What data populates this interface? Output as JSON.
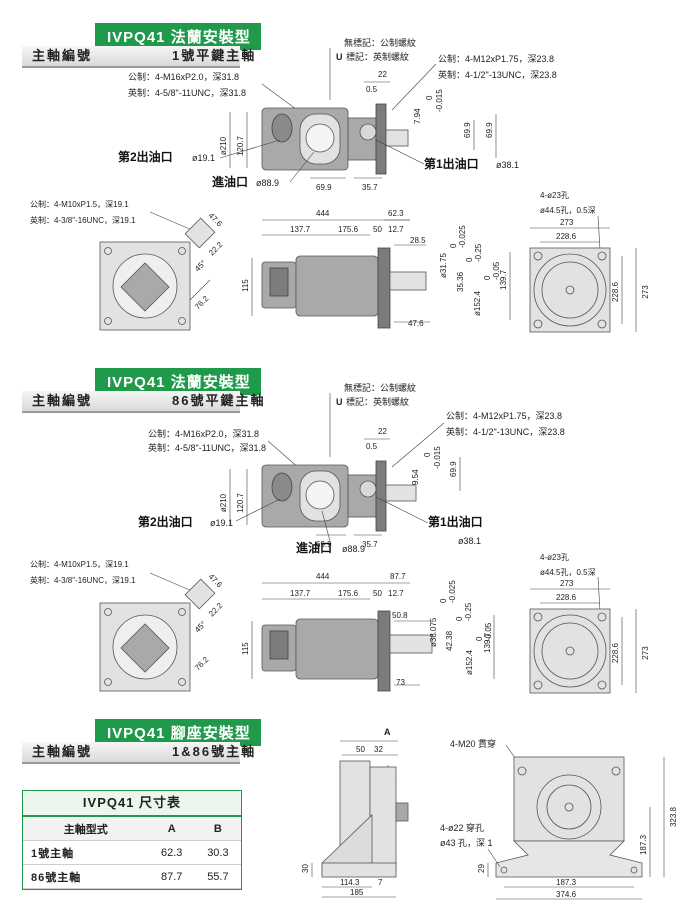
{
  "sections": [
    {
      "title": "IVPQ41 法蘭安裝型",
      "shaft_label": "主軸編號",
      "shaft_value": "1號平鍵主軸",
      "notes": {
        "no_mark": "無標記：公制螺紋",
        "u_mark": "標記：英制螺紋",
        "u_letter": "U",
        "top_metric": "公制：4-M16xP2.0，深31.8",
        "top_imperial": "英制：4-5/8\"-11UNC，深31.8",
        "right_metric": "公制：4-M12xP1.75，深23.8",
        "right_imperial": "英制：4-1/2\"-13UNC，深23.8",
        "side_metric": "公制：4-M10xP1.5，深19.1",
        "side_imperial": "英制：4-3/8\"-16UNC，深19.1",
        "holes": "4-ø23孔",
        "counterbore": "ø44.5孔，0.5深"
      },
      "ports": {
        "out2": "第2出油口",
        "out2_dim": "ø19.1",
        "inlet": "進油口",
        "inlet_dim": "ø88.9",
        "out1": "第1出油口",
        "out1_dim": "ø38.1"
      },
      "dims": {
        "d22": "22",
        "d05": "0.5",
        "d794": "7.94",
        "tol794a": "0",
        "tol794b": "-0.015",
        "d699": "69.9",
        "d699b": "69.9",
        "d357": "35.7",
        "d210": "ø210",
        "d1207": "120.7",
        "d444": "444",
        "d623": "62.3",
        "d1377": "137.7",
        "d1756": "175.6",
        "d50": "50",
        "d127": "12.7",
        "d285": "28.5",
        "d3175": "ø31.75",
        "tol3175a": "0",
        "tol3175b": "-0.025",
        "d3536": "35.36",
        "tol3536a": "0",
        "tol3536b": "-0.25",
        "d1524": "ø152.4",
        "tol1524a": "0",
        "tol1524b": "-0.05",
        "d1397": "139.7",
        "d476": "47.6",
        "d115": "115",
        "d476s": "47.6",
        "d222": "22.2",
        "d45": "45°",
        "d762": "76.2",
        "d273": "273",
        "d2286": "228.6",
        "d2286v": "228.6",
        "d273v": "273"
      }
    },
    {
      "title": "IVPQ41 法蘭安裝型",
      "shaft_label": "主軸編號",
      "shaft_value": "86號平鍵主軸",
      "notes": {
        "no_mark": "無標記：公制螺紋",
        "u_mark": "標記：英制螺紋",
        "u_letter": "U",
        "top_metric": "公制：4-M16xP2.0，深31.8",
        "top_imperial": "英制：4-5/8\"-11UNC，深31.8",
        "right_metric": "公制：4-M12xP1.75，深23.8",
        "right_imperial": "英制：4-1/2\"-13UNC，深23.8",
        "side_metric": "公制：4-M10xP1.5，深19.1",
        "side_imperial": "英制：4-3/8\"-16UNC，深19.1",
        "holes": "4-ø23孔",
        "counterbore": "ø44.5孔，0.5深"
      },
      "ports": {
        "out2": "第2出油口",
        "out2_dim": "ø19.1",
        "inlet": "進油口",
        "inlet_dim": "ø88.9",
        "out1": "第1出油口",
        "out1_dim": "ø38.1"
      },
      "dims": {
        "d22": "22",
        "d05": "0.5",
        "d794": "9.54",
        "tol794a": "0",
        "tol794b": "-0.015",
        "d699": "69.9",
        "d699b": "69.9",
        "d357": "35.7",
        "d210": "ø210",
        "d1207": "120.7",
        "d444": "444",
        "d623": "87.7",
        "d1377": "137.7",
        "d1756": "175.6",
        "d50": "50",
        "d127": "12.7",
        "d285": "50.8",
        "d3175": "ø38.075",
        "tol3175a": "0",
        "tol3175b": "-0.025",
        "d3536": "42.38",
        "tol3536a": "0",
        "tol3536b": "-0.25",
        "d1524": "ø152.4",
        "tol1524a": "0",
        "tol1524b": "-0.05",
        "d1397": "139.7",
        "d476": "73",
        "d115": "115",
        "d476s": "47.6",
        "d222": "22.2",
        "d45": "45°",
        "d762": "76.2",
        "d273": "273",
        "d2286": "228.6",
        "d2286v": "228.6",
        "d273v": "273"
      }
    }
  ],
  "foot": {
    "title": "IVPQ41 腳座安裝型",
    "shaft_label": "主軸編號",
    "shaft_value": "1&86號主軸",
    "labels": {
      "A": "A",
      "B": "B",
      "d50": "50",
      "d32": "32",
      "m20": "4-M20 貫穿",
      "holes": "4-ø22 穿孔",
      "cb": "ø43 孔，深 1",
      "d30": "30",
      "d1143": "114.3",
      "d7": "7",
      "d185": "185",
      "d29": "29",
      "d1873": "187.3",
      "d3746": "374.6",
      "d1873v": "187.3",
      "d3238": "323.8"
    }
  },
  "table": {
    "title": "IVPQ41 尺寸表",
    "headers": [
      "主軸型式",
      "A",
      "B"
    ],
    "rows": [
      [
        "1號主軸",
        "62.3",
        "30.3"
      ],
      [
        "86號主軸",
        "87.7",
        "55.7"
      ]
    ]
  }
}
